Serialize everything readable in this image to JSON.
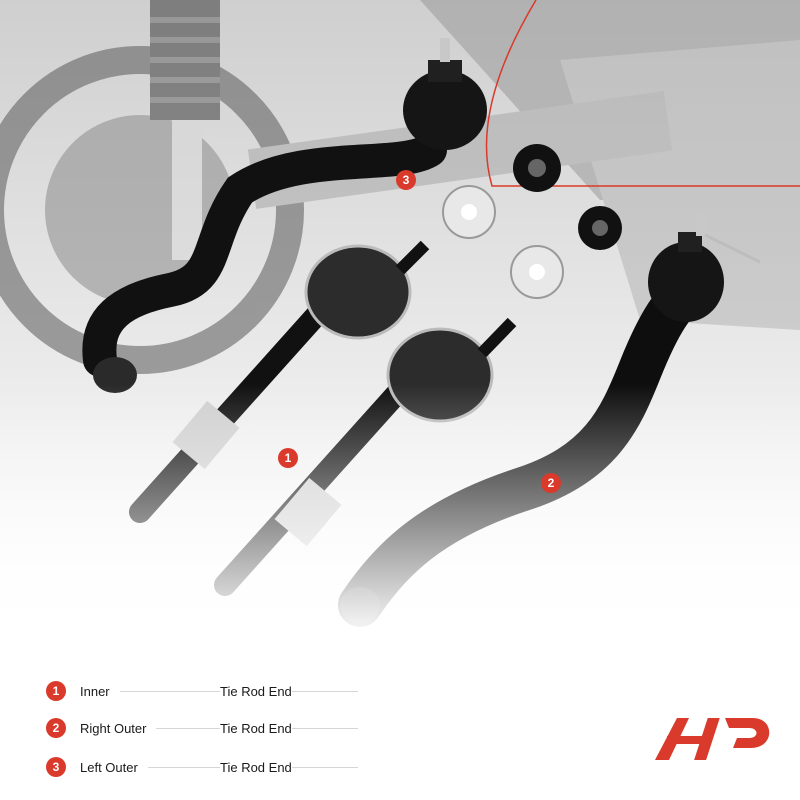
{
  "callouts": [
    "1",
    "2",
    "3"
  ],
  "legend": {
    "items": [
      {
        "number": "1",
        "label": "Inner",
        "value": "Tie Rod End"
      },
      {
        "number": "2",
        "label": "Right Outer",
        "value": "Tie Rod End"
      },
      {
        "number": "3",
        "label": "Left Outer",
        "value": "Tie Rod End"
      }
    ]
  },
  "colors": {
    "accent": "#d93a2b",
    "part": "#111111",
    "background": "#ffffff"
  },
  "icons": {
    "brand": "a-premium-logo-icon"
  }
}
